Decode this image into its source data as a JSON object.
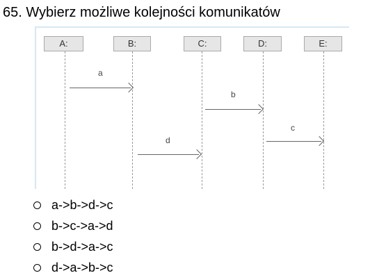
{
  "question": {
    "title": "65. Wybierz możliwe kolejności komunikatów"
  },
  "diagram": {
    "lifelines": [
      {
        "id": "A",
        "label": "A:"
      },
      {
        "id": "B",
        "label": "B:"
      },
      {
        "id": "C",
        "label": "C:"
      },
      {
        "id": "D",
        "label": "D:"
      },
      {
        "id": "E",
        "label": "E:"
      }
    ],
    "messages": [
      {
        "label": "a",
        "from": "A",
        "to": "B"
      },
      {
        "label": "b",
        "from": "C",
        "to": "D"
      },
      {
        "label": "c",
        "from": "D",
        "to": "E"
      },
      {
        "label": "d",
        "from": "B",
        "to": "C"
      }
    ]
  },
  "options": [
    {
      "label": "a->b->d->c"
    },
    {
      "label": "b->c->a->d"
    },
    {
      "label": "b->d->a->c"
    },
    {
      "label": "d->a->b->c"
    }
  ]
}
